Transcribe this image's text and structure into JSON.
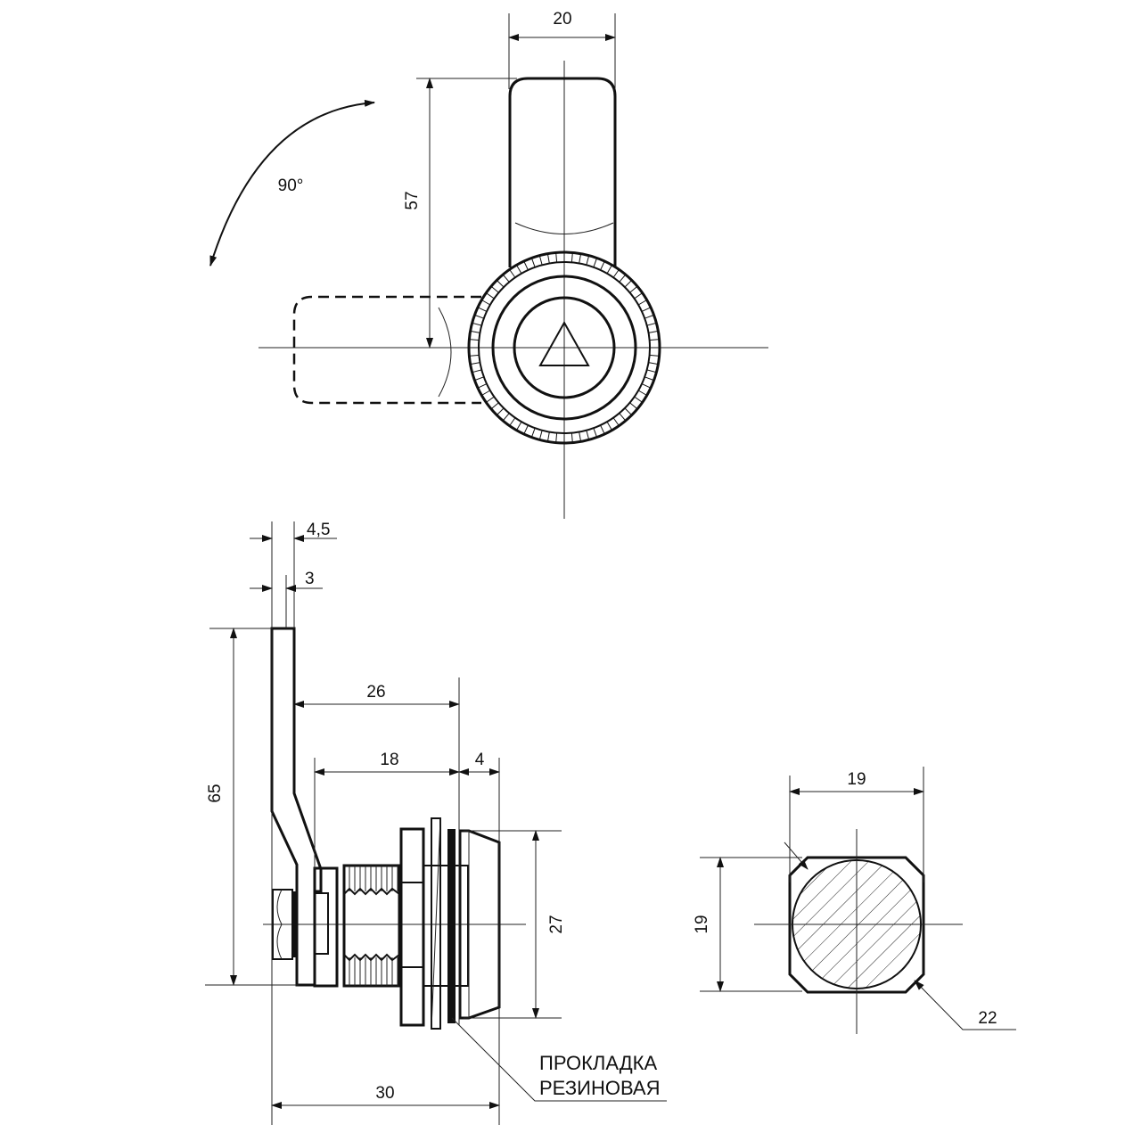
{
  "drawing": {
    "top_view": {
      "width_label": "20",
      "height_label": "57",
      "angle_label": "90°"
    },
    "side_view": {
      "plate_offset_label": "4,5",
      "plate_thickness_label": "3",
      "lever_height_label": "65",
      "depth_26_label": "26",
      "body_length_label": "18",
      "head_length_label": "4",
      "head_diameter_label": "27",
      "total_length_label": "30",
      "gasket_label_line1": "ПРОКЛАДКА",
      "gasket_label_line2": "РЕЗИНОВАЯ"
    },
    "section_view": {
      "width_label": "19",
      "height_label": "19",
      "diameter_label": "22"
    }
  }
}
